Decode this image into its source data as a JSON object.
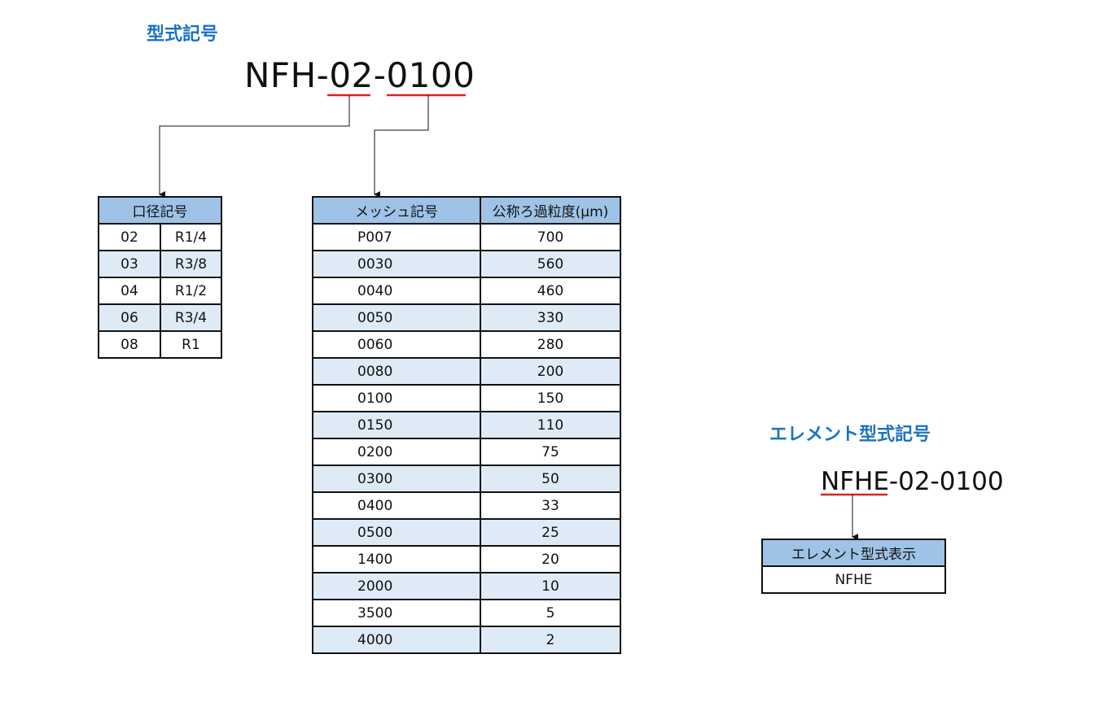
{
  "headings": {
    "model_code": "型式記号",
    "element_code": "エレメント型式記号"
  },
  "main_code": {
    "prefix": "NFH-",
    "bore": "02",
    "sep": "-",
    "mesh": "0100"
  },
  "element_code": {
    "marked": "NFHE",
    "rest": "-02-0100"
  },
  "colors": {
    "heading": "#1a73c0",
    "underline": "#e02020",
    "header_fill": "#9ec3e6",
    "alt_row_fill": "#deebf7"
  },
  "bore_table": {
    "header": "口径記号",
    "rows": [
      {
        "code": "02",
        "size": "R1/4"
      },
      {
        "code": "03",
        "size": "R3/8"
      },
      {
        "code": "04",
        "size": "R1/2"
      },
      {
        "code": "06",
        "size": "R3/4"
      },
      {
        "code": "08",
        "size": "R1"
      }
    ]
  },
  "mesh_table": {
    "headers": [
      "メッシュ記号",
      "公称ろ過粒度(μm)"
    ],
    "rows": [
      {
        "code": "P007",
        "size": "700"
      },
      {
        "code": "0030",
        "size": "560"
      },
      {
        "code": "0040",
        "size": "460"
      },
      {
        "code": "0050",
        "size": "330"
      },
      {
        "code": "0060",
        "size": "280"
      },
      {
        "code": "0080",
        "size": "200"
      },
      {
        "code": "0100",
        "size": "150"
      },
      {
        "code": "0150",
        "size": "110"
      },
      {
        "code": "0200",
        "size": "75"
      },
      {
        "code": "0300",
        "size": "50"
      },
      {
        "code": "0400",
        "size": "33"
      },
      {
        "code": "0500",
        "size": "25"
      },
      {
        "code": "1400",
        "size": "20"
      },
      {
        "code": "2000",
        "size": "10"
      },
      {
        "code": "3500",
        "size": "5"
      },
      {
        "code": "4000",
        "size": "2"
      }
    ]
  },
  "element_table": {
    "header": "エレメント型式表示",
    "value": "NFHE"
  }
}
